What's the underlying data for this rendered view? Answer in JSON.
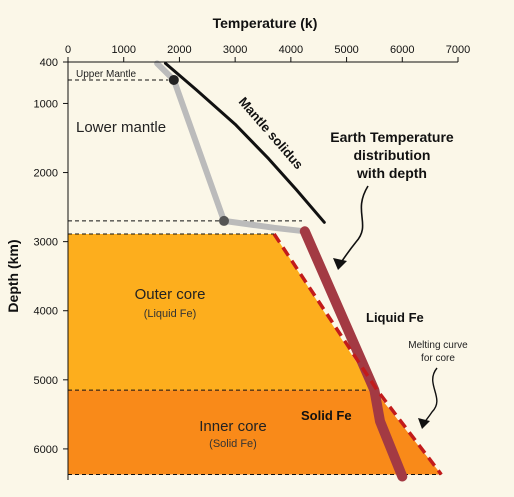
{
  "chart_data": {
    "type": "line",
    "title": "Earth Temperature distribution with depth",
    "title_lines": [
      "Earth Temperature",
      "distribution",
      "with depth"
    ],
    "xlabel": "Temperature (k)",
    "ylabel": "Depth (km)",
    "xlim": [
      0,
      7000
    ],
    "ylim": [
      400,
      6450
    ],
    "x_axis_position": "top",
    "y_inverted": true,
    "x_ticks": [
      0,
      1000,
      2000,
      3000,
      4000,
      5000,
      6000,
      7000
    ],
    "y_ticks": [
      400,
      1000,
      2000,
      3000,
      4000,
      5000,
      6000
    ],
    "layers": [
      {
        "name": "Upper Mantle",
        "top": 400,
        "bottom": 660,
        "x_extent": 1800,
        "color": "#fbf7e8"
      },
      {
        "name": "Lower mantle",
        "top": 660,
        "bottom": 2700,
        "x_extent": 4200,
        "color": "#fbf7e8"
      },
      {
        "name": "Outer core",
        "sublabel": "(Liquid Fe)",
        "top": 2890,
        "bottom": 5150,
        "x_extent": [
          3700,
          5500
        ],
        "color": "#fdae1d"
      },
      {
        "name": "Inner core",
        "sublabel": "(Solid Fe)",
        "top": 5150,
        "bottom": 6371,
        "x_extent": [
          5500,
          6700
        ],
        "color": "#f98a19"
      }
    ],
    "boundaries": [
      {
        "depth": 660,
        "x_max": 1800
      },
      {
        "depth": 2700,
        "x_max": 4200
      },
      {
        "depth": 2890,
        "x_max": 3700
      },
      {
        "depth": 5150,
        "x_max": 5500
      },
      {
        "depth": 6371,
        "x_max": 6700
      }
    ],
    "series": [
      {
        "label": "Mantle solidus",
        "color": "#111111",
        "x": [
          1750,
          2300,
          3000,
          3600,
          4100,
          4600
        ],
        "y": [
          420,
          800,
          1300,
          1800,
          2250,
          2720
        ]
      },
      {
        "label": "",
        "color": "#bbbbbb",
        "x": [
          1600,
          1900,
          2800,
          3700,
          4250
        ],
        "y": [
          420,
          660,
          2700,
          2800,
          2850
        ]
      },
      {
        "label": "",
        "color": "#a33a43",
        "x": [
          4250,
          5500,
          5600,
          6000
        ],
        "y": [
          2850,
          5150,
          5600,
          6400
        ]
      },
      {
        "label": "Melting curve for core",
        "color": "#c21b1b",
        "dashed": true,
        "x": [
          3700,
          5550,
          6700
        ],
        "y": [
          2890,
          5150,
          6371
        ]
      }
    ],
    "annotations": [
      {
        "text": "Mantle solidus",
        "series": 0
      },
      {
        "text": "Liquid Fe"
      },
      {
        "text": "Solid Fe"
      },
      {
        "text": "Melting curve",
        "line2": "for core"
      }
    ]
  }
}
